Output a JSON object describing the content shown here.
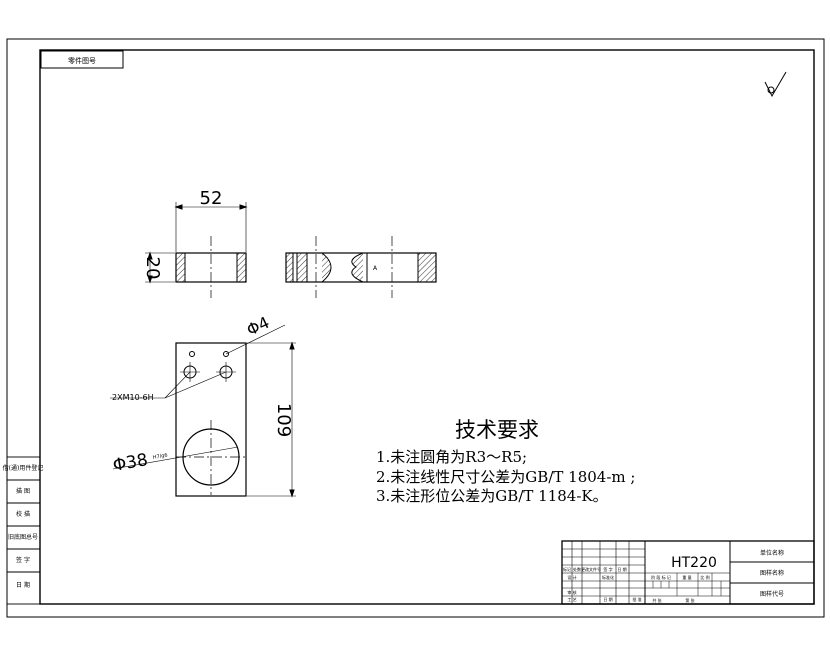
{
  "drawing": {
    "top_left_label": "零件图号",
    "dimensions": {
      "width": "52",
      "thickness": "20",
      "small_hole": "Φ4",
      "thread": "2XM10-6H",
      "height": "109",
      "bore": "Φ38",
      "bore_fit": "H7/g6",
      "section_mark": "A"
    }
  },
  "tech_requirements": {
    "title": "技术要求",
    "items": [
      "1.未注圆角为R3～R5;",
      "2.未注线性尺寸公差为GB/T 1804-m ;",
      "3.未注形位公差为GB/T 1184-K。"
    ]
  },
  "left_panel": {
    "labels": [
      "借(通)用件登记",
      "描 图",
      "校 描",
      "旧底图总号",
      "签 字",
      "日 期"
    ]
  },
  "title_block": {
    "material": "HT220",
    "company": "单位名称",
    "part_name": "图样名称",
    "part_code": "图样代号",
    "row_labels": [
      "标记",
      "处数",
      "更改文件号",
      "签 字",
      "日 期"
    ],
    "small_labels": [
      "设 计",
      "标准化",
      "审 核",
      "工 艺",
      "日 期",
      "批 准"
    ],
    "stage_labels": [
      "阶 段 标 记",
      "重 量",
      "比 例"
    ],
    "sheet_labels": [
      "共 张",
      "第 张"
    ]
  }
}
